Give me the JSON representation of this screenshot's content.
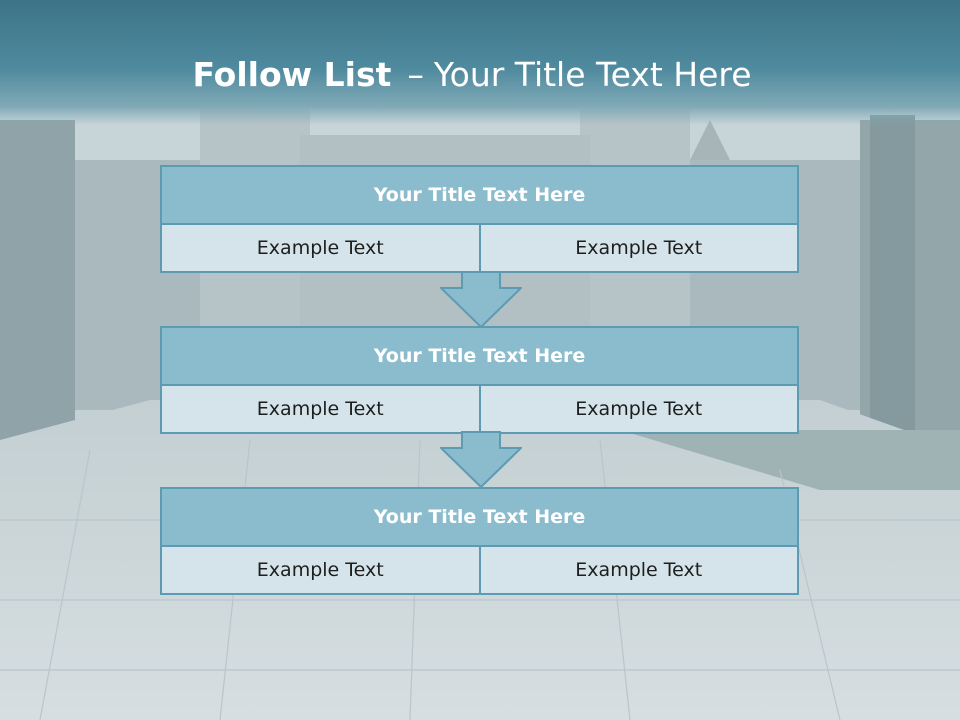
{
  "slide": {
    "title_bold": "Follow List",
    "title_sep": "–",
    "title_rest": "Your Title Text Here"
  },
  "blocks": [
    {
      "title": "Your Title Text Here",
      "left": "Example Text",
      "right": "Example Text"
    },
    {
      "title": "Your Title Text Here",
      "left": "Example Text",
      "right": "Example Text"
    },
    {
      "title": "Your Title Text Here",
      "left": "Example Text",
      "right": "Example Text"
    }
  ],
  "colors": {
    "header_band": "#3d7387",
    "block_header": "#8bbccd",
    "block_cell": "#d5e4ea",
    "border": "#5d9bb3",
    "arrow": "#8bbccd"
  }
}
